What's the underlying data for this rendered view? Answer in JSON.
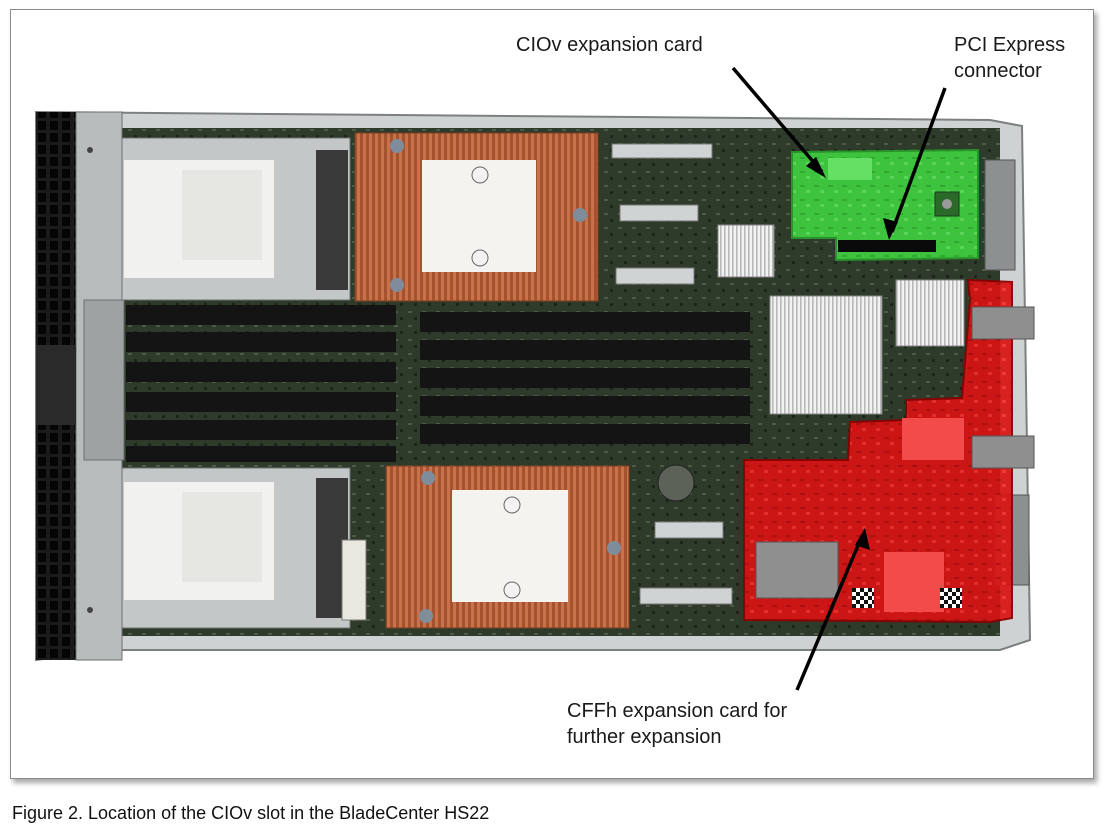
{
  "figure": {
    "caption": "Figure 2. Location of the CIOv slot in the BladeCenter HS22",
    "callouts": {
      "ciov_card": "CIOv expansion card",
      "pci_line1": "PCI Express",
      "pci_line2": "connector",
      "cffh_line1": "CFFh expansion card for",
      "cffh_line2": "further expansion"
    },
    "highlight_colors": {
      "ciov": "#35e035",
      "cffh": "#e01010"
    }
  }
}
